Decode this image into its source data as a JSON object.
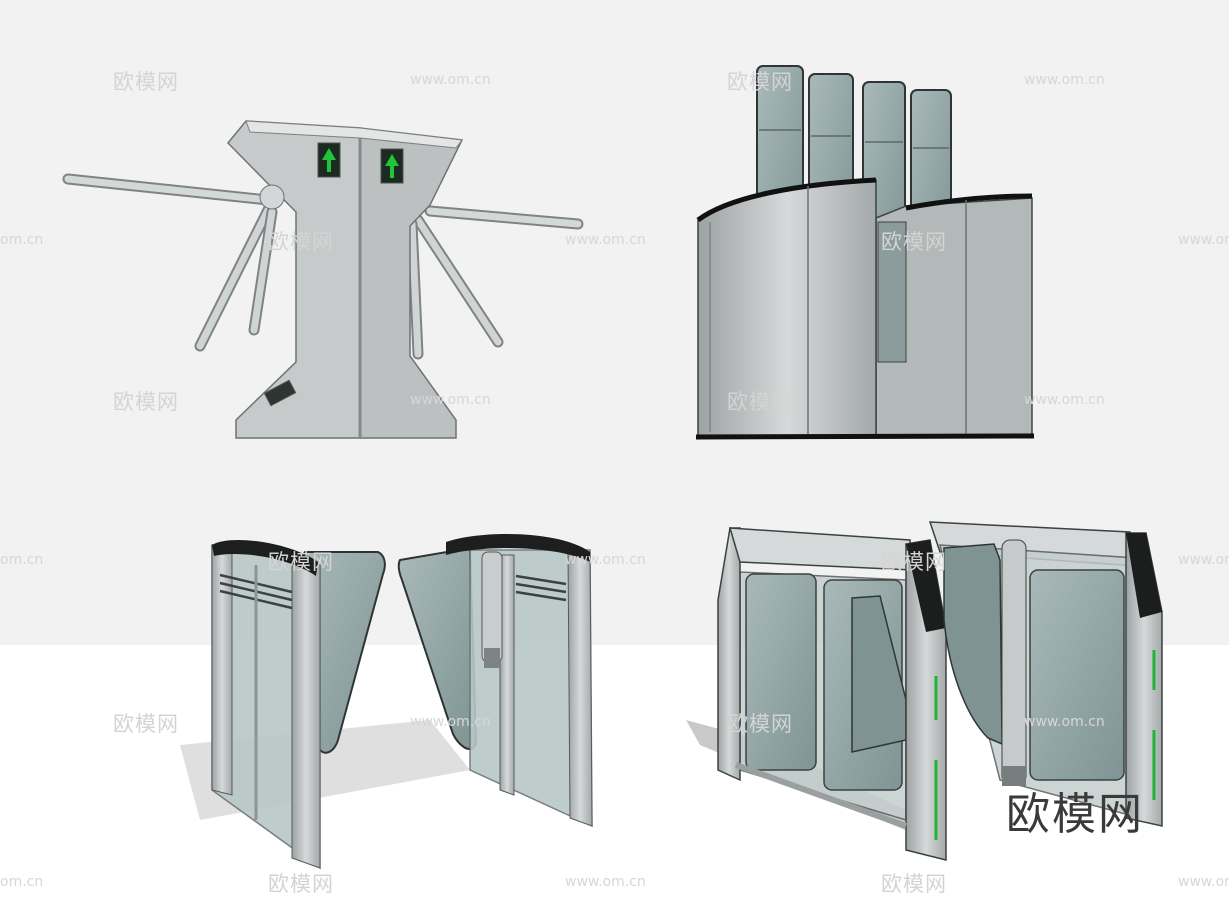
{
  "watermark": {
    "cn_text": "欧模网",
    "url_text": "www.om.cn",
    "url_fragment": "om.cn",
    "color": "#d4d4d4"
  },
  "logo": {
    "text": "欧模网",
    "color": "#3a3a3a"
  },
  "colors": {
    "background": "#f2f2f2",
    "floor": "#ffffff",
    "metal": "#b9bdbd",
    "glass": "#8fa3a3",
    "arrow_green": "#21c33a"
  },
  "models": [
    {
      "name": "tripod-turnstile",
      "icon": "up-arrow-icon"
    },
    {
      "name": "speed-gate-panels"
    },
    {
      "name": "swing-gate-glass"
    },
    {
      "name": "flap-barrier-frame"
    }
  ]
}
